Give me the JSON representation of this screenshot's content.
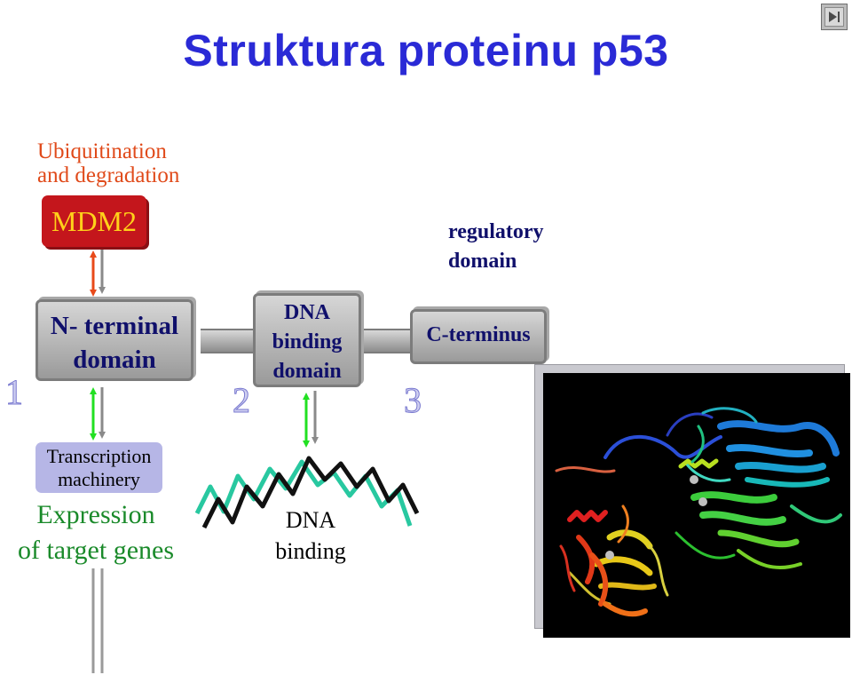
{
  "title": "Struktura proteinu p53",
  "nav": {
    "icon": "next-slide-icon"
  },
  "ubiquitination": {
    "line1": "Ubiquitination",
    "line2": "and degradation"
  },
  "mdm2": {
    "label": "MDM2"
  },
  "nterminal": {
    "line1": "N- terminal",
    "line2": "domain"
  },
  "dna_domain": {
    "line1": "DNA",
    "line2": "binding",
    "line3": "domain"
  },
  "cterminus": {
    "label": "C-terminus"
  },
  "regulatory": {
    "line1": "regulatory",
    "line2": "domain"
  },
  "numbers": [
    "1",
    "2",
    "3"
  ],
  "transcription": {
    "line1": "Transcription",
    "line2": "machinery"
  },
  "expression": {
    "line1": "Expression",
    "line2": "of target genes"
  },
  "dna_binding": {
    "line1": "DNA",
    "line2": "binding"
  },
  "colors": {
    "title": "#2a2ad6",
    "mdm2_fill": "#c4161c",
    "mdm2_text": "#ffd11a",
    "red_arrow": "#e84a1a",
    "green_arrow": "#22e022",
    "dna_teal": "#28c8a0"
  }
}
